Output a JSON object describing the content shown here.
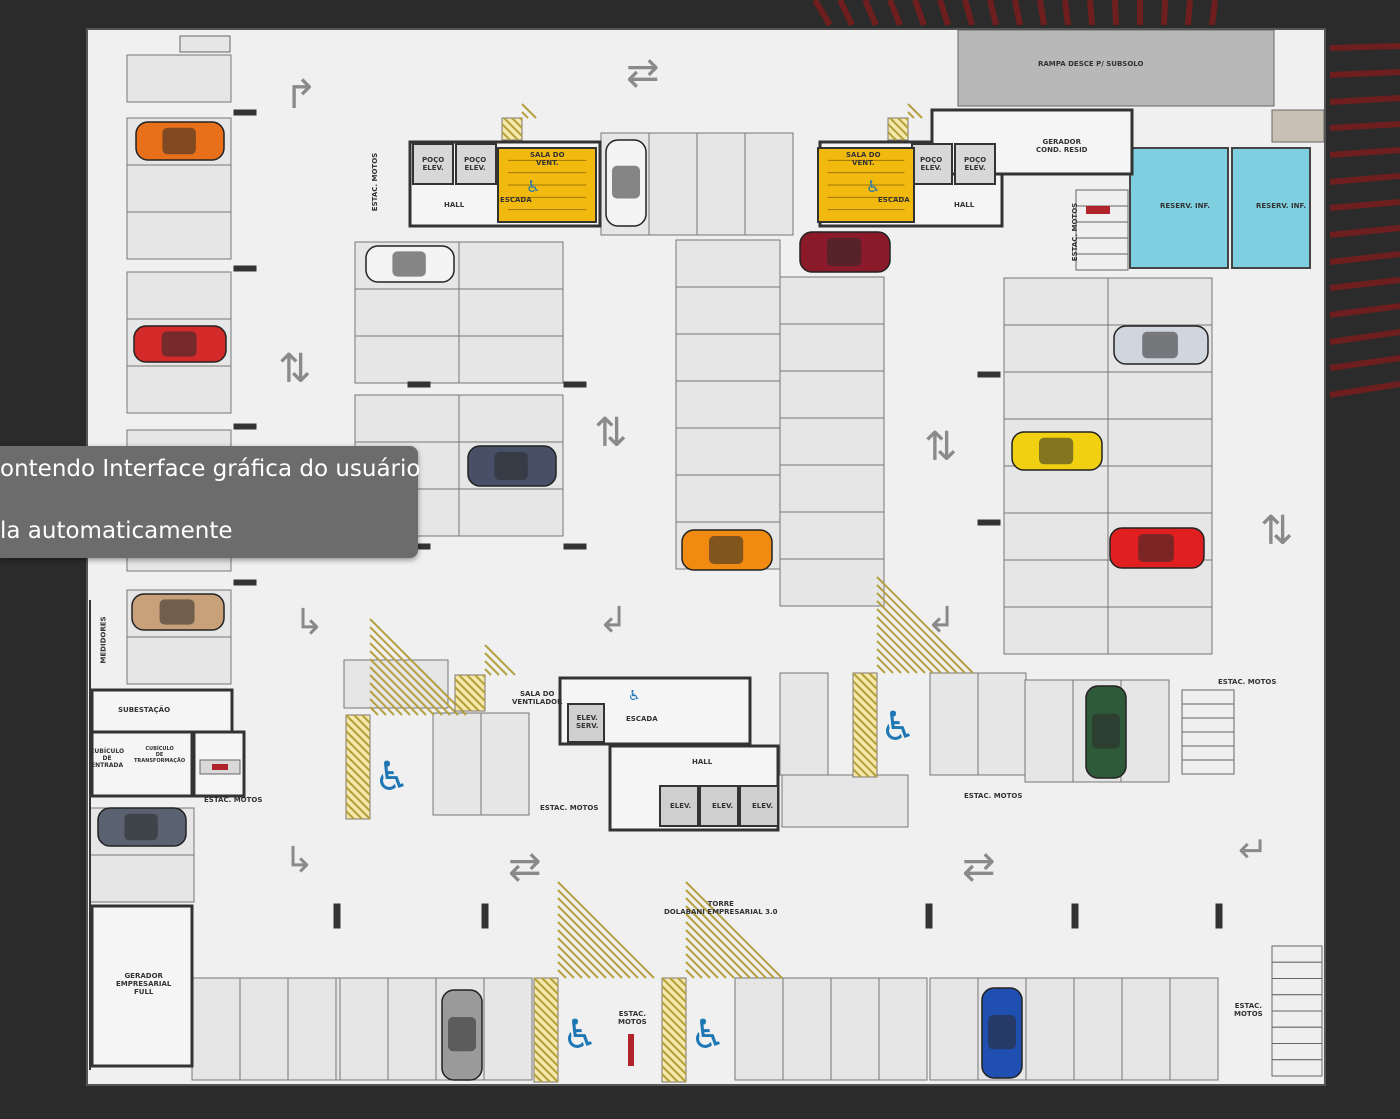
{
  "map": {
    "labels": {
      "ramp": "RAMPA DESCE P/ SUBSOLO",
      "generator_cond": "GERADOR\nCOND. RESID",
      "reserv1": "RESERV. INF.",
      "reserv2": "RESERV. INF.",
      "poco_elev_1": "POÇO\nELEV.",
      "poco_elev_2": "POÇO\nELEV.",
      "poco_elev_3": "POÇO\nELEV.",
      "poco_elev_4": "POÇO\nELEV.",
      "sala_vent_1": "SALA DO\nVENT.",
      "sala_vent_2": "SALA DO\nVENT.",
      "hall_1": "HALL",
      "hall_2": "HALL",
      "hall_3": "HALL",
      "escada_1": "ESCADA",
      "escada_2": "ESCADA",
      "escada_3": "ESCADA",
      "estac_motos_1": "ESTAC. MOTOS",
      "estac_motos_2": "ESTAC. MOTOS",
      "estac_motos_3": "ESTAC. MOTOS",
      "estac_motos_4": "ESTAC. MOTOS",
      "estac_motos_5": "ESTAC. MOTOS",
      "estac_motos_6": "ESTAC.\nMOTOS",
      "estac_motos_7": "ESTAC.\nMOTOS",
      "estac_motos_8": "ESTAC. MOTOS",
      "medidores": "MEDIDORES",
      "subestacao": "SUBESTAÇÃO",
      "cubiculo": "CUBÍCULO\nDE\nENTRADA",
      "cubiculo_transf": "CUBÍCULO\nDE\nTRANSFORMAÇÃO",
      "sala_ventilador": "SALA DO\nVENTILADOR",
      "elev_serv": "ELEV.\nSERV.",
      "elev_1": "ELEV.",
      "elev_2": "ELEV.",
      "elev_3": "ELEV.",
      "torre": "TORRE\nDOLABANI EMPRESARIAL 3.0",
      "gerador_emp": "GERADOR\nEMPRESARIAL\nFULL"
    },
    "colors": {
      "stair_yellow": "#f2b90f",
      "water": "#7ecfe0",
      "access_blue": "#1f77b4",
      "accent_red": "#b0232a"
    },
    "cars": [
      {
        "color": "#e8701a"
      },
      {
        "color": "#d42a2a"
      },
      {
        "color": "#f4f4f4"
      },
      {
        "color": "#485068"
      },
      {
        "color": "#c8a07a"
      },
      {
        "color": "#5a6272"
      },
      {
        "color": "#f4f4f4"
      },
      {
        "color": "#8a1a2a"
      },
      {
        "color": "#f08a10"
      },
      {
        "color": "#d0d6de"
      },
      {
        "color": "#f0d010"
      },
      {
        "color": "#e02020"
      },
      {
        "color": "#2f5a3a"
      },
      {
        "color": "#9a9a9a"
      },
      {
        "color": "#1f4fb0"
      }
    ]
  },
  "tooltip": {
    "line1": "ontendo Interface gráfica do usuário",
    "line2": "la automaticamente"
  }
}
